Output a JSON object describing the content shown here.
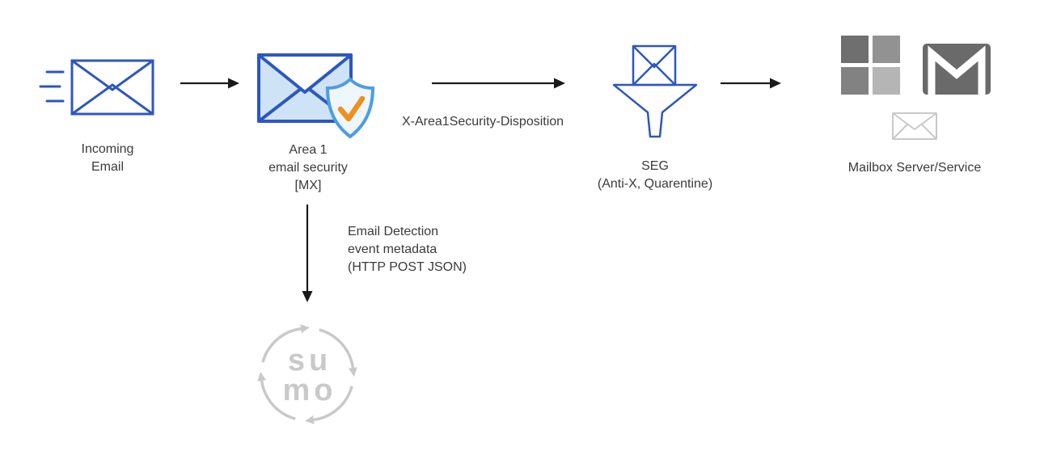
{
  "nodes": {
    "incoming": {
      "line1": "Incoming",
      "line2": "Email"
    },
    "area1": {
      "line1": "Area 1",
      "line2": "email security",
      "line3": "[MX]"
    },
    "seg": {
      "line1": "SEG",
      "line2": "(Anti-X, Quarentine)"
    },
    "mailbox": {
      "label": "Mailbox Server/Service"
    },
    "sumo": {
      "top": "su",
      "bottom": "mo"
    }
  },
  "edges": {
    "disposition": "X-Area1Security-Disposition",
    "metadata": {
      "line1": "Email Detection",
      "line2": "event metadata",
      "line3": "(HTTP POST JSON)"
    }
  },
  "icons": {
    "incoming_email": "envelope-speed-icon",
    "area1": "envelope-shield-check-icon",
    "seg": "funnel-email-icon",
    "microsoft": "microsoft-logo",
    "gmail": "gmail-logo",
    "generic_mail": "envelope-outline-icon",
    "sumo": "sumo-logic-logo"
  },
  "colors": {
    "envelope_blue": "#2d57c0",
    "envelope_fill": "#cfe3f7",
    "shield_blue": "#4f9ce2",
    "shield_fill": "#eef6fe",
    "check_orange": "#ee8f1e",
    "arrow_black": "#1a1a1a",
    "text": "#3b3b3b",
    "gray_logo": "#c9c9c9",
    "ms_gray_1": "#6f6f6f",
    "ms_gray_2": "#929292",
    "ms_gray_3": "#828282",
    "ms_gray_4": "#b5b5b5",
    "gmail_gray": "#6a6a6a"
  }
}
